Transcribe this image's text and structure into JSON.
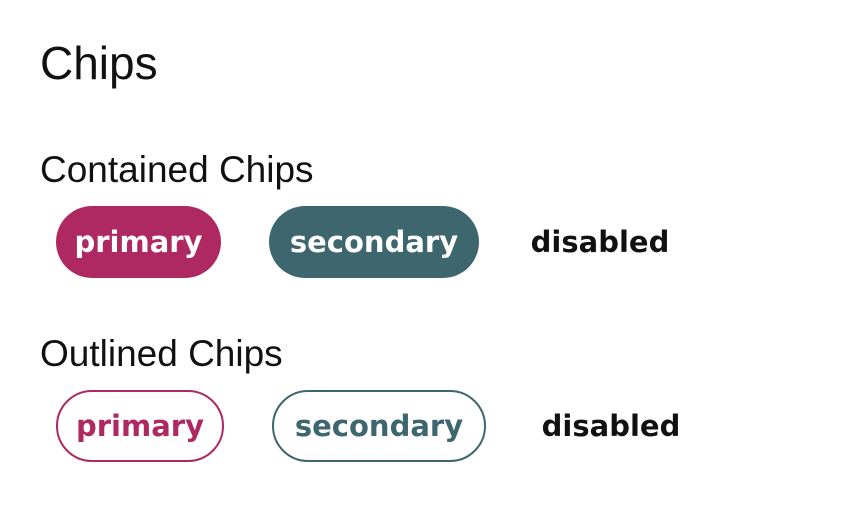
{
  "page": {
    "title": "Chips"
  },
  "sections": {
    "contained": {
      "title": "Contained Chips",
      "chips": {
        "primary": "primary",
        "secondary": "secondary",
        "disabled": "disabled"
      }
    },
    "outlined": {
      "title": "Outlined Chips",
      "chips": {
        "primary": "primary",
        "secondary": "secondary",
        "disabled": "disabled"
      }
    }
  },
  "colors": {
    "primary": "#ae2961",
    "secondary": "#3d666e",
    "text": "#111111",
    "background": "#ffffff"
  }
}
